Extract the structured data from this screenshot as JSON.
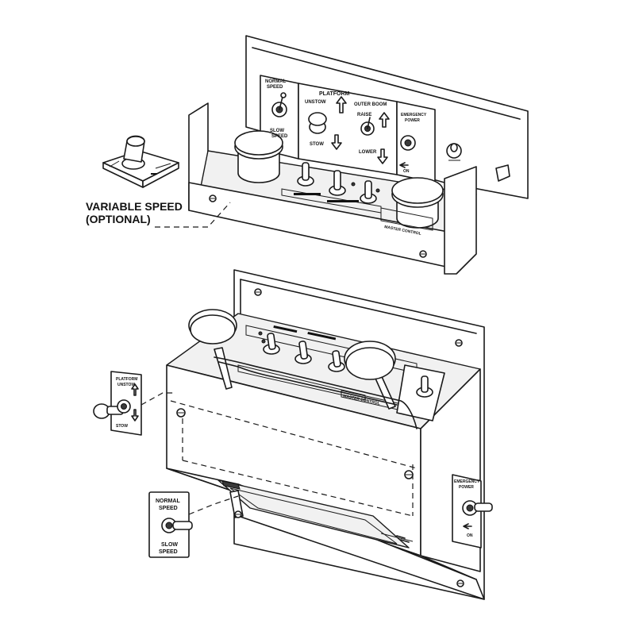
{
  "callout": {
    "line1": "VARIABLE SPEED",
    "line2": "(OPTIONAL)"
  },
  "top_panel": {
    "normal_speed_l1": "NORMAL",
    "normal_speed_l2": "SPEED",
    "slow_speed_l1": "SLOW",
    "slow_speed_l2": "SPEED",
    "platform": "PLATFORM",
    "unstow": "UNSTOW",
    "stow": "STOW",
    "outer_boom": "OUTER BOOM",
    "raise": "RAISE",
    "lower": "LOWER",
    "emergency_l1": "EMERGENCY",
    "emergency_l2": "POWER",
    "on": "ON",
    "master_control": "MASTER CONTROL"
  },
  "bottom_panel": {
    "master_control": "MASTER CONTROL",
    "platform_l1": "PLATFORM",
    "platform_l2": "UNSTOW",
    "stow": "STOW",
    "emergency_l1": "EMERGENCY",
    "emergency_l2": "POWER",
    "on": "ON"
  },
  "speed_decal": {
    "normal_l1": "NORMAL",
    "normal_l2": "SPEED",
    "slow_l1": "SLOW",
    "slow_l2": "SPEED"
  },
  "colors": {
    "line": "#1a1a1a",
    "paper": "#ffffff",
    "shade": "#f1f1f1"
  }
}
